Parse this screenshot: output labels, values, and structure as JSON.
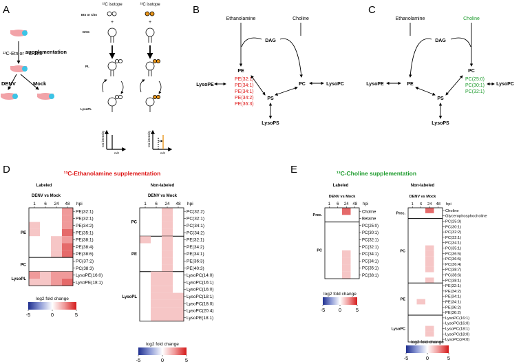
{
  "colors": {
    "red": "#dd1111",
    "green": "#1a9a2a",
    "orange": "#e8951a",
    "cell_light": "#f6c6c6",
    "cell_mid": "#f09a9a",
    "cell_dark": "#e56a6a",
    "cell_strong": "#e05050",
    "dish_pink": "#f2a3a8",
    "dish_blue": "#3bc4e6"
  },
  "panelA": {
    "letter": "A",
    "isotope12": "¹²C isotope",
    "isotope13": "¹³C isotope",
    "row_etn": "Etn or Cho",
    "row_plus": "+",
    "row_dag": "DAG",
    "row_pl": "PL",
    "row_lysopl": "LysoPL",
    "supp_source": "¹³C-Etn or ¹³C-Cho",
    "supplementation": "supplementation",
    "denv": "DENV",
    "mock": "Mock",
    "ion_intensity": "Ion intensity",
    "mz": "m/z"
  },
  "panelB": {
    "letter": "B",
    "ethanolamine": "Ethanolamine",
    "choline": "Choline",
    "dag": "DAG",
    "pe": "PE",
    "pc": "PC",
    "lysope": "LysoPE",
    "lysopc": "LysoPC",
    "ps": "PS",
    "lysops": "LysoPS",
    "pe_species": [
      "PE(32:1)",
      "PE(34:1)",
      "PE(34:1)",
      "PE(34:2)",
      "PE(36:3)"
    ]
  },
  "panelC": {
    "letter": "C",
    "ethanolamine": "Ethanolamine",
    "choline": "Choline",
    "dag": "DAG",
    "pe": "PE",
    "pc": "PC",
    "lysope": "LysoPE",
    "lysopc": "LysoPC",
    "ps": "PS",
    "lysops": "LysoPS",
    "pc_species": [
      "PC(25:0)",
      "PC(30:1)",
      "PC(32:1)"
    ]
  },
  "panelD": {
    "letter": "D",
    "title": "¹³C-Ethanolamine supplementation",
    "labeled_title": "Labeled",
    "nonlabeled_title": "Non-labeled",
    "comparison": "DENV vs Mock",
    "hpi": "hpi",
    "times": [
      "1",
      "6",
      "24",
      "48"
    ],
    "legend_title": "log2 fold change",
    "legend_ticks": [
      "-5",
      "0",
      "5"
    ],
    "labeled": {
      "groups": [
        {
          "name": "PE",
          "rows": [
            {
              "label": "PE(32:1)",
              "v": [
                0,
                0,
                0,
                2
              ]
            },
            {
              "label": "PE(32:1)",
              "v": [
                0,
                0,
                0,
                2
              ]
            },
            {
              "label": "PE(34:2)",
              "v": [
                1,
                0,
                0,
                2
              ]
            },
            {
              "label": "PE(35:1)",
              "v": [
                1,
                0,
                0,
                3
              ]
            },
            {
              "label": "PE(38:1)",
              "v": [
                0,
                0,
                1,
                2
              ]
            },
            {
              "label": "PE(38:4)",
              "v": [
                0,
                0,
                1,
                3
              ]
            },
            {
              "label": "PE(38:6)",
              "v": [
                0,
                0,
                1,
                3
              ]
            }
          ]
        },
        {
          "name": "PC",
          "rows": [
            {
              "label": "PC(37:2)",
              "v": [
                0,
                0,
                0,
                0
              ]
            },
            {
              "label": "PC(38:3)",
              "v": [
                0,
                0,
                0,
                0
              ]
            }
          ]
        },
        {
          "name": "LysoPL",
          "rows": [
            {
              "label": "LysoPE(16:0)",
              "v": [
                2,
                1,
                2,
                2
              ]
            },
            {
              "label": "LysoPE(18:1)",
              "v": [
                1,
                1,
                2,
                3
              ]
            }
          ]
        }
      ]
    },
    "nonlabeled": {
      "groups": [
        {
          "name": "PC",
          "rows": [
            {
              "label": "PC(32:2)",
              "v": [
                0,
                0,
                1,
                0
              ]
            },
            {
              "label": "PC(32:1)",
              "v": [
                0,
                0,
                1,
                0
              ]
            },
            {
              "label": "PC(34:1)",
              "v": [
                0,
                0,
                1,
                0
              ]
            },
            {
              "label": "PC(34:2)",
              "v": [
                0,
                0,
                1,
                0
              ]
            }
          ]
        },
        {
          "name": "PE",
          "rows": [
            {
              "label": "PE(32:1)",
              "v": [
                1,
                0,
                1,
                0
              ]
            },
            {
              "label": "PE(34:2)",
              "v": [
                0,
                0,
                1,
                0
              ]
            },
            {
              "label": "PE(34:1)",
              "v": [
                0,
                0,
                1,
                0
              ]
            },
            {
              "label": "PE(36:3)",
              "v": [
                0,
                0,
                1,
                0
              ]
            },
            {
              "label": "PE(40:3)",
              "v": [
                0,
                0,
                1,
                0
              ]
            }
          ]
        },
        {
          "name": "LysoPL",
          "rows": [
            {
              "label": "LysoPC(14:0)",
              "v": [
                0,
                1,
                1,
                0
              ]
            },
            {
              "label": "LysoPC(16:1)",
              "v": [
                0,
                1,
                1,
                0
              ]
            },
            {
              "label": "LysoPC(16:0)",
              "v": [
                0,
                1,
                1,
                0
              ]
            },
            {
              "label": "LysoPC(18:1)",
              "v": [
                0,
                1,
                1,
                1
              ]
            },
            {
              "label": "LysoPC(18:0)",
              "v": [
                0,
                1,
                1,
                1
              ]
            },
            {
              "label": "LysoPC(20:4)",
              "v": [
                0,
                1,
                1,
                1
              ]
            },
            {
              "label": "LysoPE(18:1)",
              "v": [
                0,
                1,
                1,
                1
              ]
            }
          ]
        }
      ]
    }
  },
  "panelE": {
    "letter": "E",
    "title": "¹³C-Choline supplementation",
    "labeled_title": "Labeled",
    "nonlabeled_title": "Non-labeled",
    "comparison": "DENV vs Mock",
    "hpi": "hpi",
    "times": [
      "1",
      "6",
      "24",
      "48"
    ],
    "legend_title": "log2 fold change",
    "legend_ticks": [
      "-5",
      "0",
      "5"
    ],
    "labeled": {
      "groups": [
        {
          "name": "Prec.",
          "rows": [
            {
              "label": "Choline",
              "v": [
                0,
                0,
                3,
                0
              ]
            },
            {
              "label": "Betaine",
              "v": [
                0,
                0,
                0,
                0
              ]
            }
          ]
        },
        {
          "name": "PC",
          "rows": [
            {
              "label": "PC(25:0)",
              "v": [
                0,
                0,
                0,
                0
              ]
            },
            {
              "label": "PC(30:1)",
              "v": [
                0,
                0,
                0,
                0
              ]
            },
            {
              "label": "PC(32:1)",
              "v": [
                0,
                0,
                0,
                0
              ]
            },
            {
              "label": "PC(32:1)",
              "v": [
                0,
                0,
                0,
                0
              ]
            },
            {
              "label": "PC(34:1)",
              "v": [
                0,
                0,
                1,
                0
              ]
            },
            {
              "label": "PC(34:1)",
              "v": [
                0,
                0,
                1,
                0
              ]
            },
            {
              "label": "PC(35:1)",
              "v": [
                0,
                0,
                1,
                0
              ]
            },
            {
              "label": "PC(38:1)",
              "v": [
                0,
                0,
                1,
                0
              ]
            }
          ]
        }
      ]
    },
    "nonlabeled": {
      "groups": [
        {
          "name": "Prec.",
          "rows": [
            {
              "label": "Choline",
              "v": [
                0,
                0,
                3,
                0
              ]
            },
            {
              "label": "Glycerophosphocholine",
              "v": [
                0,
                0,
                0,
                0
              ]
            }
          ]
        },
        {
          "name": "PC",
          "rows": [
            {
              "label": "PC(25:0)",
              "v": [
                0,
                0,
                0,
                0
              ]
            },
            {
              "label": "PC(30:1)",
              "v": [
                0,
                0,
                0,
                0
              ]
            },
            {
              "label": "PC(32:2)",
              "v": [
                0,
                0,
                0,
                0
              ]
            },
            {
              "label": "PC(32:1)",
              "v": [
                0,
                0,
                0,
                0
              ]
            },
            {
              "label": "PC(34:1)",
              "v": [
                0,
                0,
                0,
                0
              ]
            },
            {
              "label": "PC(35:1)",
              "v": [
                0,
                0,
                1,
                0
              ]
            },
            {
              "label": "PC(36:6)",
              "v": [
                0,
                0,
                1,
                0
              ]
            },
            {
              "label": "PC(36:5)",
              "v": [
                0,
                0,
                1,
                0
              ]
            },
            {
              "label": "PC(36:4)",
              "v": [
                0,
                0,
                1,
                0
              ]
            },
            {
              "label": "PC(38:7)",
              "v": [
                0,
                0,
                1,
                0
              ]
            },
            {
              "label": "PC(38:6)",
              "v": [
                0,
                0,
                0,
                0
              ]
            },
            {
              "label": "PC(38:1)",
              "v": [
                0,
                0,
                1,
                0
              ]
            }
          ]
        },
        {
          "name": "PE",
          "rows": [
            {
              "label": "PE(32:1)",
              "v": [
                0,
                0,
                0,
                0
              ]
            },
            {
              "label": "PE(34:2)",
              "v": [
                0,
                0,
                0,
                0
              ]
            },
            {
              "label": "PE(34:1)",
              "v": [
                0,
                0,
                0,
                0
              ]
            },
            {
              "label": "PE(34:1)",
              "v": [
                0,
                1,
                0,
                0
              ]
            },
            {
              "label": "PE(36:2)",
              "v": [
                0,
                0,
                0,
                0
              ]
            },
            {
              "label": "PE(36:2)",
              "v": [
                0,
                0,
                0,
                0
              ]
            }
          ]
        },
        {
          "name": "LysoPC",
          "rows": [
            {
              "label": "LysoPC(16:1)",
              "v": [
                0,
                0,
                0,
                0
              ]
            },
            {
              "label": "LysoPC(16:0)",
              "v": [
                0,
                0,
                0,
                0
              ]
            },
            {
              "label": "LysoPC(18:1)",
              "v": [
                0,
                0,
                1,
                0
              ]
            },
            {
              "label": "LysoPC(18:0)",
              "v": [
                0,
                0,
                1,
                0
              ]
            },
            {
              "label": "LysoPC(24:0)",
              "v": [
                0,
                0,
                0,
                0
              ]
            }
          ]
        }
      ]
    }
  }
}
